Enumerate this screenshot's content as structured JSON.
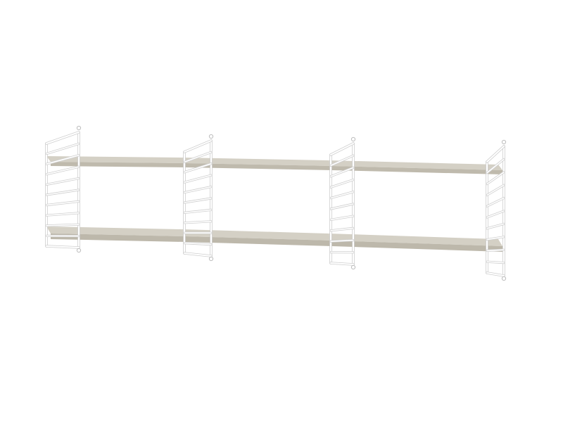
{
  "product": {
    "type": "wall-mounted shelving system",
    "shelf_rows": 2,
    "bays": 3,
    "side_panels": 4
  },
  "colors": {
    "background": "#ffffff",
    "shelf_top": "#d3cfc4",
    "shelf_front": "#bdb8ab",
    "shelf_underside": "#a9a498",
    "wire_frame": "#ffffff",
    "wire_outline": "#c9c9c9"
  }
}
